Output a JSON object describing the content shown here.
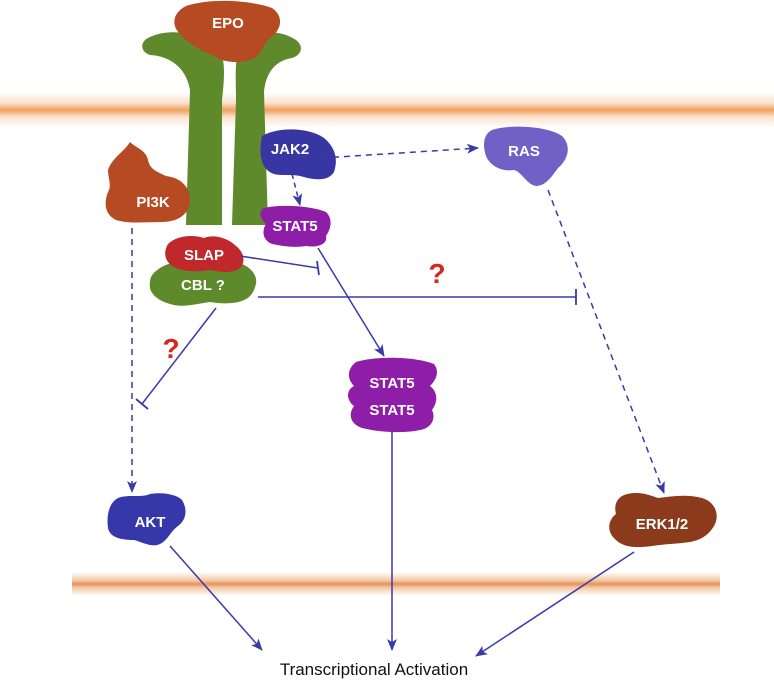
{
  "labels": {
    "epo": "EPO",
    "jak2": "JAK2",
    "ras": "RAS",
    "pi3k": "PI3K",
    "stat5_top": "STAT5",
    "slap": "SLAP",
    "cbl": "CBL ?",
    "stat5_dimer_a": "STAT5",
    "stat5_dimer_b": "STAT5",
    "akt": "AKT",
    "erk": "ERK1/2",
    "output": "Transcriptional Activation"
  },
  "question_marks": {
    "upper": "?",
    "lower": "?"
  },
  "colors": {
    "epo": "#b54a23",
    "receptor": "#5e8a2c",
    "jak2": "#3736a3",
    "ras": "#7161c6",
    "pi3k": "#b54a23",
    "stat5": "#8e1ea8",
    "slap": "#c0282c",
    "cbl": "#5e8a2c",
    "akt": "#3637a8",
    "erk": "#8b3a1c",
    "arrow": "#3a3aa8",
    "question": "#d9261c",
    "membrane_core": "#f0a060",
    "membrane_edge": "#fbe3cf"
  },
  "icons": {
    "pathway_arrow": "arrow-head",
    "inhibition": "t-bar"
  }
}
